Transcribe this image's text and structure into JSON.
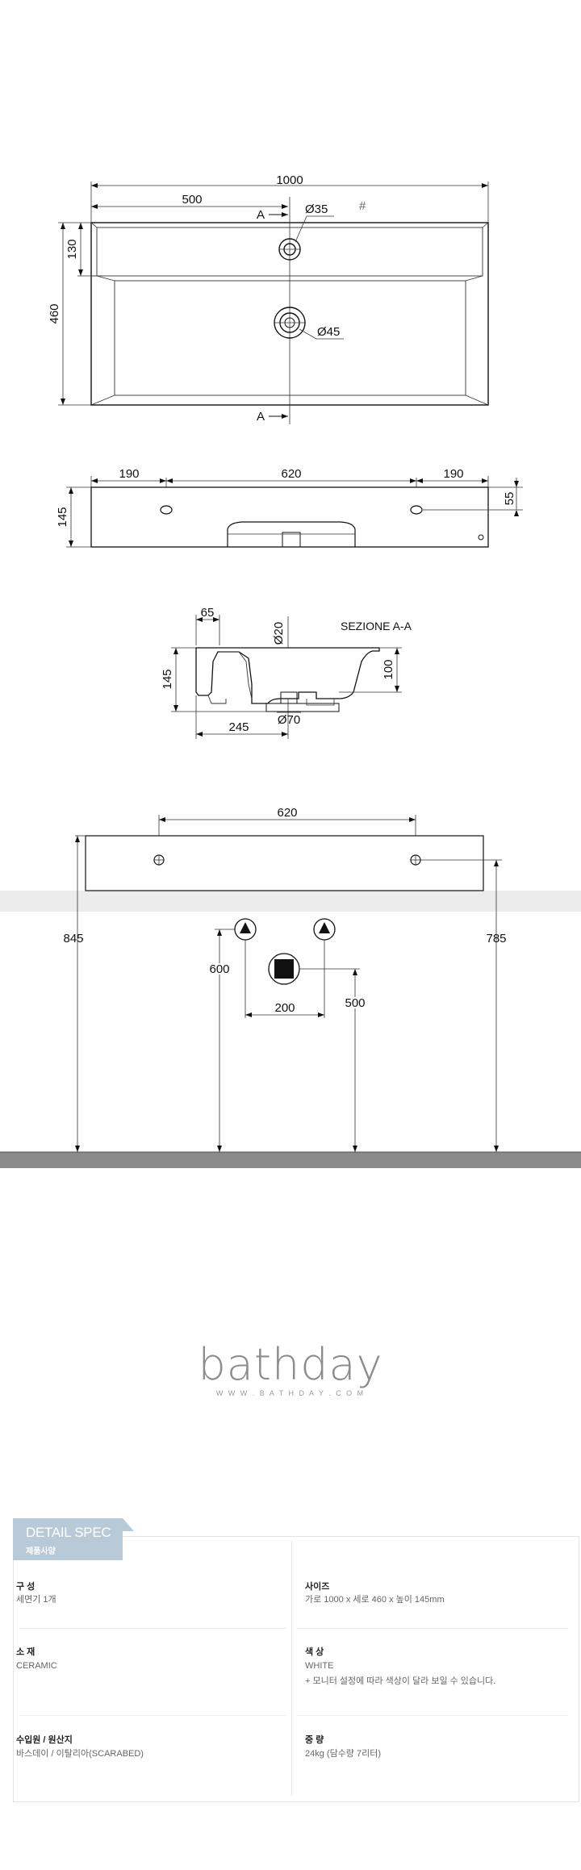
{
  "drawing": {
    "top_view": {
      "width": "1000",
      "half": "500",
      "depth": "460",
      "shelf": "130",
      "tap_hole": "Ø35",
      "drain": "Ø45",
      "section_mark": "A",
      "hash_mark": "#"
    },
    "front_view": {
      "left": "190",
      "center": "620",
      "right": "190",
      "height": "145",
      "hole_height": "55"
    },
    "section": {
      "title": "SEZIONE A-A",
      "lip": "65",
      "overflow": "Ø20",
      "height": "145",
      "basin_depth": "100",
      "drain": "Ø70",
      "drain_offset": "245"
    },
    "install": {
      "bolt_span": "620",
      "top_height": "845",
      "bolt_height": "785",
      "supply_height": "600",
      "drain_height": "500",
      "supply_span": "200"
    }
  },
  "logo": {
    "brand": "bathday",
    "url": "W W W . B A T H D A Y . C O M"
  },
  "spec": {
    "title": "DETAIL SPEC",
    "subtitle": "제품사양",
    "rows": [
      {
        "label": "구 성",
        "value": "세면기 1개"
      },
      {
        "label": "사이즈",
        "value": "가로 1000 x 세로 460 x 높이 145mm"
      },
      {
        "label": "소 재",
        "value": "CERAMIC"
      },
      {
        "label": "색 상",
        "value": "WHITE",
        "note": "+ 모니터 설정에 따라 색상이 달라 보일 수 있습니다."
      },
      {
        "label": "수입원 / 원산지",
        "value": "바스데이 / 이탈리아(SCARABED)"
      },
      {
        "label": "중 량",
        "value": "24kg (담수량 7리터)"
      }
    ]
  },
  "colors": {
    "accent_tab": "#b8cad8",
    "wall_band": "#ececec",
    "floor": "#8a8a8a"
  }
}
